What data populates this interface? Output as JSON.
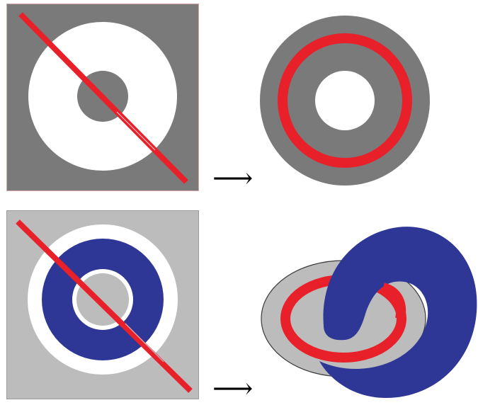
{
  "arrow_symbol": "⟶",
  "colors": {
    "dark_gray": "#7a7a7a",
    "light_gray": "#bcbcbc",
    "white": "#ffffff",
    "red": "#e8202a",
    "blue": "#2e3796",
    "border_pink": "#d4a8a8",
    "border_gray": "#9a9a9a"
  },
  "rows": [
    {
      "source": "annulus-cut-gray",
      "result": "gray-annulus-with-red-ring"
    },
    {
      "source": "double-annulus-cut",
      "result": "linked-gray-and-blue-bands"
    }
  ]
}
